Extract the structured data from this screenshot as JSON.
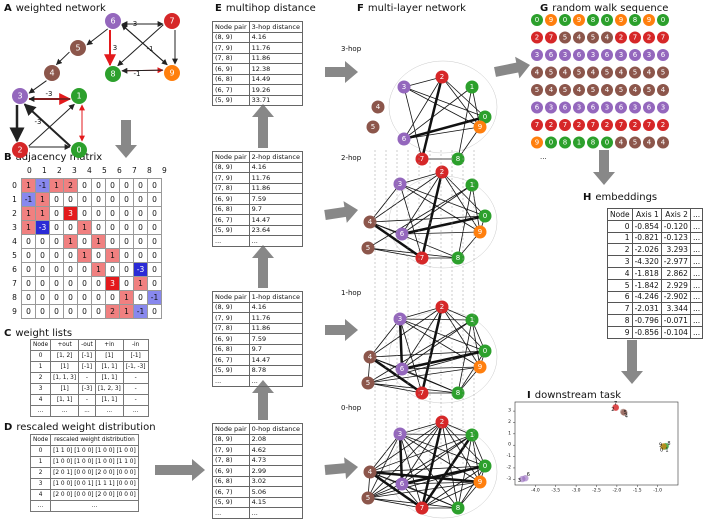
{
  "panels": {
    "A": {
      "letter": "A",
      "title": "weighted network"
    },
    "B": {
      "letter": "B",
      "title": "adjacency matrix"
    },
    "C": {
      "letter": "C",
      "title": "weight lists"
    },
    "D": {
      "letter": "D",
      "title": "rescaled weight distribution"
    },
    "E": {
      "letter": "E",
      "title": "multihop distance"
    },
    "F": {
      "letter": "F",
      "title": "multi-layer network"
    },
    "G": {
      "letter": "G",
      "title": "random walk sequence"
    },
    "H": {
      "letter": "H",
      "title": "embeddings"
    },
    "I": {
      "letter": "I",
      "title": "downstream task"
    }
  },
  "network": {
    "nodes": [
      {
        "id": "0",
        "color": "#2ca02c"
      },
      {
        "id": "1",
        "color": "#2ca02c"
      },
      {
        "id": "2",
        "color": "#d62728"
      },
      {
        "id": "3",
        "color": "#9467bd"
      },
      {
        "id": "4",
        "color": "#8c564b"
      },
      {
        "id": "5",
        "color": "#8c564b"
      },
      {
        "id": "6",
        "color": "#9467bd"
      },
      {
        "id": "7",
        "color": "#d62728"
      },
      {
        "id": "8",
        "color": "#2ca02c"
      },
      {
        "id": "9",
        "color": "#ff7f0e"
      }
    ],
    "edge_labels": [
      "-3",
      "3",
      "-1",
      "3",
      "-3",
      "-1"
    ]
  },
  "adjacency": {
    "headers": [
      "0",
      "1",
      "2",
      "3",
      "4",
      "5",
      "6",
      "7",
      "8",
      "9"
    ],
    "rows": [
      [
        "0",
        "1",
        "-1",
        "1",
        "2",
        "0",
        "0",
        "0",
        "0",
        "0",
        "0"
      ],
      [
        "1",
        "-1",
        "1",
        "0",
        "0",
        "0",
        "0",
        "0",
        "0",
        "0",
        "0"
      ],
      [
        "2",
        "1",
        "1",
        "0",
        "3",
        "0",
        "0",
        "0",
        "0",
        "0",
        "0"
      ],
      [
        "3",
        "1",
        "-3",
        "0",
        "0",
        "1",
        "0",
        "0",
        "0",
        "0",
        "0"
      ],
      [
        "4",
        "0",
        "0",
        "0",
        "1",
        "0",
        "1",
        "0",
        "0",
        "0",
        "0"
      ],
      [
        "5",
        "0",
        "0",
        "0",
        "0",
        "1",
        "0",
        "1",
        "0",
        "0",
        "0"
      ],
      [
        "6",
        "0",
        "0",
        "0",
        "0",
        "0",
        "1",
        "0",
        "0",
        "-3",
        "0"
      ],
      [
        "7",
        "0",
        "0",
        "0",
        "0",
        "0",
        "0",
        "3",
        "0",
        "1",
        "0"
      ],
      [
        "8",
        "0",
        "0",
        "0",
        "0",
        "0",
        "0",
        "0",
        "1",
        "0",
        "-1"
      ],
      [
        "9",
        "0",
        "0",
        "0",
        "0",
        "0",
        "0",
        "2",
        "1",
        "-1",
        "0"
      ]
    ]
  },
  "weight_lists": {
    "headers": [
      "Node",
      "+out",
      "-out",
      "+in",
      "-in"
    ],
    "rows": [
      [
        "0",
        "[1, 2]",
        "[-1]",
        "[1]",
        "[-1]"
      ],
      [
        "1",
        "[1]",
        "[-1]",
        "[1, 1]",
        "[-1, -3]"
      ],
      [
        "2",
        "[1, 1, 3]",
        "-",
        "[1, 1]",
        "-"
      ],
      [
        "3",
        "[1]",
        "[-3]",
        "[1, 2, 3]",
        "-"
      ],
      [
        "4",
        "[1, 1]",
        "-",
        "[1, 1]",
        "-"
      ],
      [
        "...",
        "...",
        "...",
        "...",
        "..."
      ]
    ]
  },
  "rescaled": {
    "headers": [
      "Node",
      "rescaled weight distribution"
    ],
    "rows": [
      [
        "0",
        "[1 1 0] [1 0 0] [1 0 0] [1 0 0]"
      ],
      [
        "1",
        "[1 0 0] [1 0 0] [1 0 0] [1 1 0]"
      ],
      [
        "2",
        "[2 0 1] [0 0 0] [2 0 0] [0 0 0]"
      ],
      [
        "3",
        "[1 0 0] [0 0 1] [1 1 1] [0 0 0]"
      ],
      [
        "4",
        "[2 0 0] [0 0 0] [2 0 0] [0 0 0]"
      ],
      [
        "...",
        "..."
      ]
    ]
  },
  "hop_tables": [
    {
      "headers": [
        "Node pair",
        "3-hop distance"
      ],
      "rows": [
        [
          "(8, 9)",
          "4.16"
        ],
        [
          "(7, 9)",
          "11.76"
        ],
        [
          "(7, 8)",
          "11.86"
        ],
        [
          "(6, 9)",
          "12.38"
        ],
        [
          "(6, 8)",
          "14.49"
        ],
        [
          "(6, 7)",
          "19.26"
        ],
        [
          "(5, 9)",
          "33.71"
        ]
      ]
    },
    {
      "headers": [
        "Node pair",
        "2-hop distance"
      ],
      "rows": [
        [
          "(8, 9)",
          "4.16"
        ],
        [
          "(7, 9)",
          "11.76"
        ],
        [
          "(7, 8)",
          "11.86"
        ],
        [
          "(6, 9)",
          "7.59"
        ],
        [
          "(6, 8)",
          "9.7"
        ],
        [
          "(6, 7)",
          "14.47"
        ],
        [
          "(5, 9)",
          "23.64"
        ],
        [
          "...",
          "..."
        ]
      ]
    },
    {
      "headers": [
        "Node pair",
        "1-hop distance"
      ],
      "rows": [
        [
          "(8, 9)",
          "4.16"
        ],
        [
          "(7, 9)",
          "11.76"
        ],
        [
          "(7, 8)",
          "11.86"
        ],
        [
          "(6, 9)",
          "7.59"
        ],
        [
          "(6, 8)",
          "9.7"
        ],
        [
          "(6, 7)",
          "14.47"
        ],
        [
          "(5, 9)",
          "8.78"
        ],
        [
          "...",
          "..."
        ]
      ]
    },
    {
      "headers": [
        "Node pair",
        "0-hop distance"
      ],
      "rows": [
        [
          "(8, 9)",
          "2.08"
        ],
        [
          "(7, 9)",
          "4.62"
        ],
        [
          "(7, 8)",
          "4.73"
        ],
        [
          "(6, 9)",
          "2.99"
        ],
        [
          "(6, 8)",
          "3.02"
        ],
        [
          "(6, 7)",
          "5.06"
        ],
        [
          "(5, 9)",
          "4.15"
        ],
        [
          "...",
          "..."
        ]
      ]
    }
  ],
  "layers": [
    "3-hop",
    "2-hop",
    "1-hop",
    "0-hop"
  ],
  "walks": [
    [
      "0",
      "9",
      "0",
      "9",
      "8",
      "0",
      "9",
      "8",
      "9",
      "0"
    ],
    [
      "2",
      "7",
      "5",
      "4",
      "5",
      "4",
      "2",
      "7",
      "2",
      "7"
    ],
    [
      "3",
      "6",
      "3",
      "6",
      "3",
      "6",
      "3",
      "6",
      "3",
      "6"
    ],
    [
      "4",
      "5",
      "4",
      "5",
      "4",
      "5",
      "4",
      "5",
      "4",
      "5"
    ],
    [
      "5",
      "4",
      "5",
      "4",
      "5",
      "4",
      "5",
      "4",
      "5",
      "4"
    ],
    [
      "6",
      "3",
      "6",
      "3",
      "6",
      "3",
      "6",
      "3",
      "6",
      "3"
    ],
    [
      "7",
      "2",
      "7",
      "2",
      "7",
      "2",
      "7",
      "2",
      "7",
      "2"
    ],
    [
      "9",
      "0",
      "8",
      "1",
      "8",
      "0",
      "4",
      "5",
      "4",
      "4"
    ]
  ],
  "walk_more": "...",
  "embeddings": {
    "headers": [
      "Node",
      "Axis 1",
      "Axis 2",
      "..."
    ],
    "rows": [
      [
        "0",
        "-0.854",
        "-0.120",
        "..."
      ],
      [
        "1",
        "-0.821",
        "-0.123",
        "..."
      ],
      [
        "2",
        "-2.026",
        "3.293",
        "..."
      ],
      [
        "3",
        "-4.320",
        "-2.977",
        "..."
      ],
      [
        "4",
        "-1.818",
        "2.862",
        "..."
      ],
      [
        "5",
        "-1.842",
        "2.929",
        "..."
      ],
      [
        "6",
        "-4.246",
        "-2.902",
        "..."
      ],
      [
        "7",
        "-2.031",
        "3.344",
        "..."
      ],
      [
        "8",
        "-0.796",
        "-0.071",
        "..."
      ],
      [
        "9",
        "-0.856",
        "-0.104",
        "..."
      ]
    ]
  },
  "scatter": {
    "x_ticks": [
      "-4.0",
      "-3.5",
      "-3.0",
      "-2.5",
      "-2.0",
      "-1.5",
      "-1.0"
    ],
    "y_ticks": [
      "3",
      "2",
      "1",
      "0",
      "-1",
      "-2",
      "-3"
    ],
    "xlim": [
      -4.5,
      -0.5
    ],
    "ylim": [
      -3.5,
      3.8
    ],
    "point_labels": [
      "7",
      "2",
      "5",
      "4",
      "9",
      "8",
      "0",
      "1",
      "6",
      "3"
    ]
  },
  "colors": {
    "green": "#2ca02c",
    "red": "#d62728",
    "purple": "#9467bd",
    "brown": "#8c564b",
    "orange": "#ff7f0e",
    "pos_cell": "#f08080",
    "pos_strong": "#e31a1c",
    "neg_cell": "#8888ee",
    "neg_strong": "#2b2bd6",
    "arrow": "#888888"
  }
}
